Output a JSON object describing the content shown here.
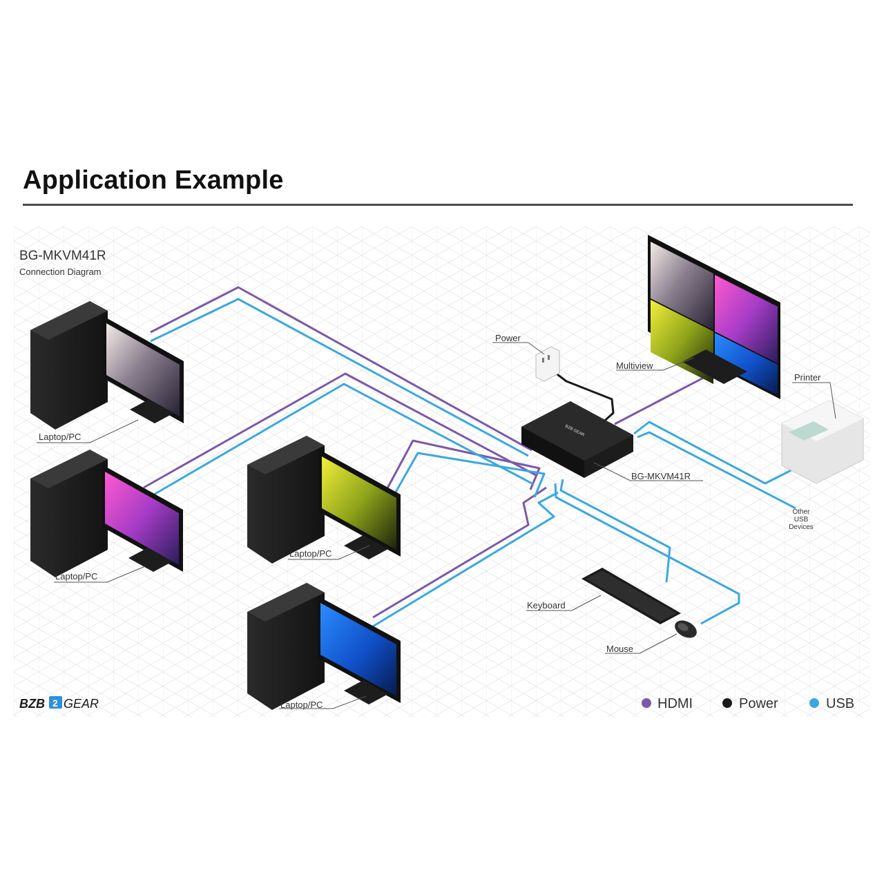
{
  "heading": "Application Example",
  "diagram": {
    "model": "BG-MKVM41R",
    "subtitle": "Connection Diagram",
    "labels": {
      "pc1": "Laptop/PC",
      "pc2": "Laptop/PC",
      "pc3": "Laptop/PC",
      "pc4": "Laptop/PC",
      "power": "Power",
      "multiview": "Multiview",
      "printer": "Printer",
      "device": "BG-MKVM41R",
      "other_usb_1": "Other",
      "other_usb_2": "USB",
      "other_usb_3": "Devices",
      "keyboard": "Keyboard",
      "mouse": "Mouse"
    },
    "device_badge": "BZB GEAR",
    "logo": {
      "part1": "BZB",
      "part2": "GEAR"
    },
    "legend": [
      {
        "label": "HDMI",
        "color": "#7b58a8"
      },
      {
        "label": "Power",
        "color": "#1a1a1a"
      },
      {
        "label": "USB",
        "color": "#3aa8df"
      }
    ]
  },
  "colors": {
    "hdmi": "#7b58a8",
    "usb": "#3aa8df",
    "power": "#1a1a1a"
  }
}
